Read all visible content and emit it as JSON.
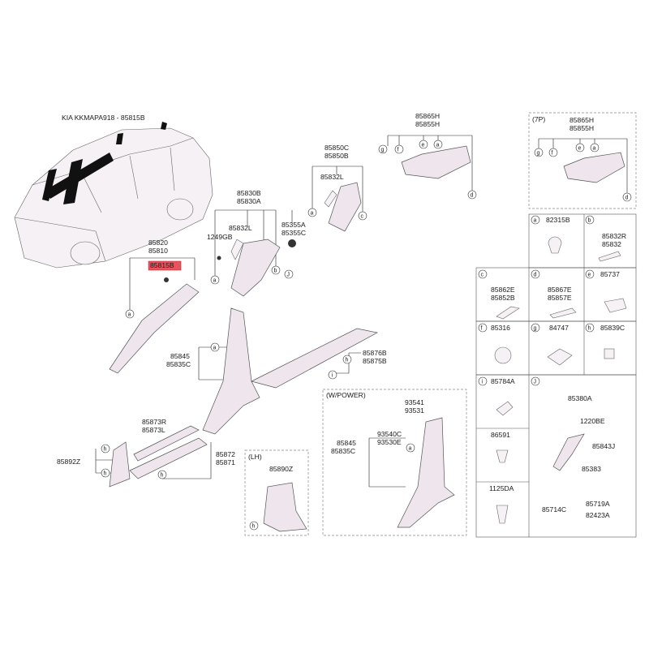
{
  "header": {
    "title": "KIA KKMAPA918 - 85815B"
  },
  "groups": {
    "seven_p": "(7P)",
    "w_power": "(W/POWER)",
    "lh": "(LH)"
  },
  "labels": {
    "p85865H_a": "85865H",
    "p85855H_a": "85855H",
    "p85865H_b": "85865H",
    "p85855H_b": "85855H",
    "p85850C": "85850C",
    "p85850B": "85850B",
    "p85832L_a": "85832L",
    "p85830B": "85830B",
    "p85830A": "85830A",
    "p85832L_b": "85832L",
    "p1249GB": "1249GB",
    "p85355A": "85355A",
    "p85355C": "85355C",
    "p85820": "85820",
    "p85810": "85810",
    "p85815B": "85815B",
    "p85845_a": "85845",
    "p85835C_a": "85835C",
    "p85876B": "85876B",
    "p85875B": "85875B",
    "p85873R": "85873R",
    "p85873L": "85873L",
    "p85892Z": "85892Z",
    "p85872": "85872",
    "p85871": "85871",
    "p85890Z": "85890Z",
    "p93541": "93541",
    "p93531": "93531",
    "p93540C": "93540C",
    "p93530E": "93530E",
    "p85845_b": "85845",
    "p85835C_b": "85835C"
  },
  "table": {
    "a": "82315B",
    "b1": "85832R",
    "b2": "85832",
    "c1": "85862E",
    "c2": "85852B",
    "d1": "85867E",
    "d2": "85857E",
    "e": "85737",
    "f": "85316",
    "g": "84747",
    "h": "85839C",
    "i": "85784A",
    "j_title": "85380A",
    "j_1220BE": "1220BE",
    "j_85843J": "85843J",
    "j_85383": "85383",
    "j_85719A": "85719A",
    "j_82423A": "82423A",
    "j_85714C": "85714C",
    "p86591": "86591",
    "p1125DA": "1125DA"
  },
  "callouts": {
    "a": "a",
    "b": "b",
    "c": "c",
    "d": "d",
    "e": "e",
    "f": "f",
    "g": "g",
    "h": "h",
    "i": "i",
    "J": "J"
  }
}
